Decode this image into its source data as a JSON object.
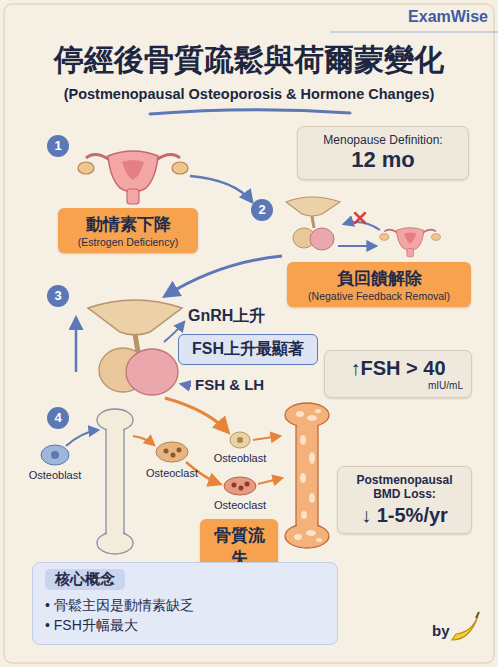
{
  "diagram": {
    "title": "停經後骨質疏鬆與荷爾蒙變化",
    "nodes": [
      {
        "text": [
          "Menopause Definition:",
          "12 mo"
        ]
      },
      {
        "text": [
          "動情素下降",
          "(Estrogen Deficiency)"
        ]
      },
      {
        "text": [
          "負回饋解除",
          "(Negative Feedback Removal)"
        ]
      },
      {
        "text": [
          "FSH上升最顯著"
        ]
      },
      {
        "text": [
          "↑FSH > 40",
          "mIU/mL"
        ]
      },
      {
        "text": [
          "Postmenopausal BMD Loss:",
          "↓ 1-5%/yr"
        ]
      },
      {
        "text": [
          "骨質流失"
        ]
      },
      {
        "text": [
          "核心概念",
          "• 骨鬆主因是動情素缺乏",
          "• FSH升幅最大"
        ]
      }
    ],
    "labels": [
      "ExamWise",
      "(Postmenopausal Osteoporosis & Hormone Changes)",
      "1",
      "2",
      "3",
      "4",
      "GnRH上升",
      "FSH & LH",
      "Osteoblast",
      "Osteoclast",
      "Osteoblast",
      "Osteoclast",
      "by"
    ]
  }
}
